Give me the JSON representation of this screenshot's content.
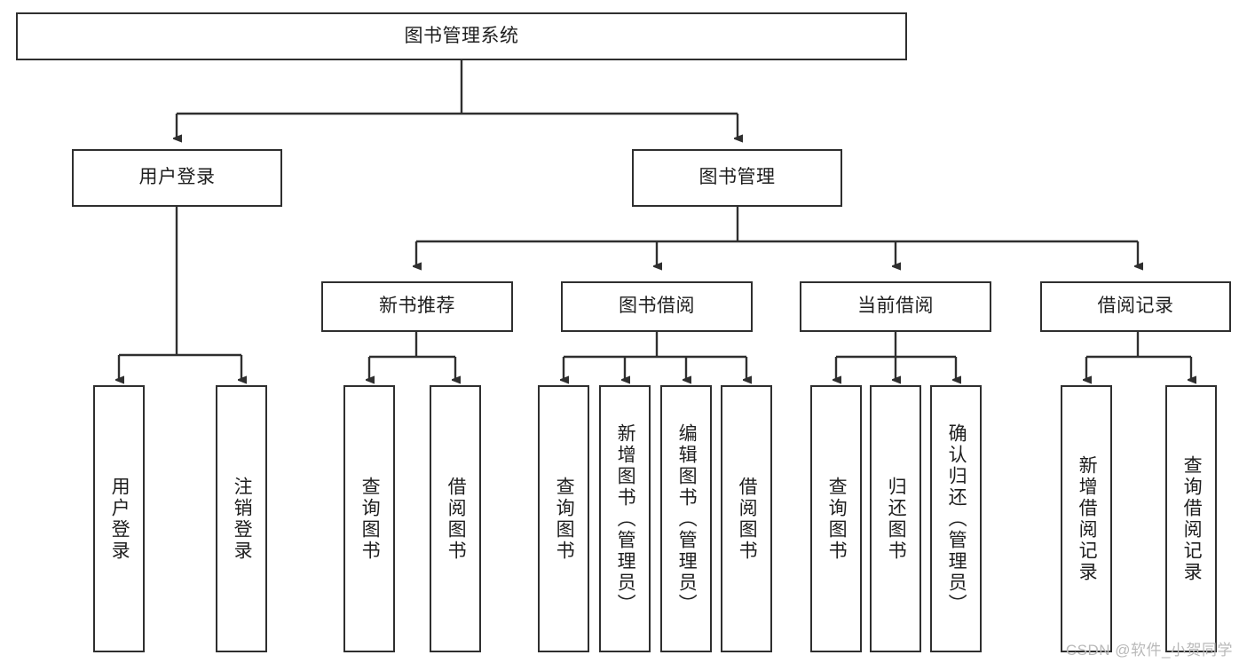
{
  "diagram": {
    "title": "图书管理系统",
    "type": "hierarchy-tree",
    "root": {
      "label": "图书管理系统"
    },
    "level2": [
      {
        "label": "用户登录"
      },
      {
        "label": "图书管理"
      }
    ],
    "level3": [
      {
        "label": "新书推荐"
      },
      {
        "label": "图书借阅"
      },
      {
        "label": "当前借阅"
      },
      {
        "label": "借阅记录"
      }
    ],
    "leaves": {
      "user_login": [
        {
          "label": "用户登录"
        },
        {
          "label": "注销登录"
        }
      ],
      "new_book_recommend": [
        {
          "label": "查询图书"
        },
        {
          "label": "借阅图书"
        }
      ],
      "book_borrow": [
        {
          "label": "查询图书"
        },
        {
          "label": "新增图书（管理员）"
        },
        {
          "label": "编辑图书（管理员）"
        },
        {
          "label": "借阅图书"
        }
      ],
      "current_borrow": [
        {
          "label": "查询图书"
        },
        {
          "label": "归还图书"
        },
        {
          "label": "确认归还（管理员）"
        }
      ],
      "borrow_record": [
        {
          "label": "新增借阅记录"
        },
        {
          "label": "查询借阅记录"
        }
      ]
    }
  },
  "watermark": {
    "text": "CSDN @软件_小贺同学"
  },
  "colors": {
    "border": "#2f2f2f",
    "background": "#ffffff",
    "text": "#1e1e1e",
    "watermark": "#b9b9b9"
  }
}
